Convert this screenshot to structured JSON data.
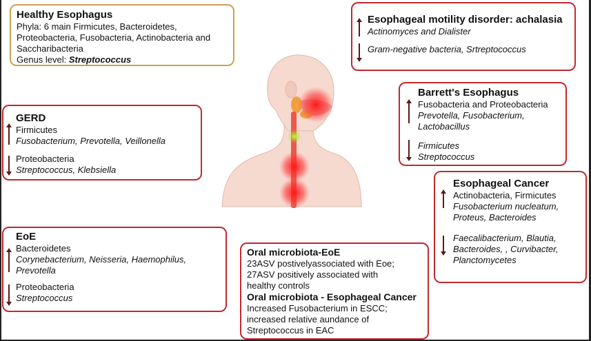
{
  "healthy": {
    "title": "Healthy Esophagus",
    "l1": "Phyla: 6 main Firmicutes, Bacteroidetes,",
    "l2": "Proteobacteria, Fusobacteria, Actinobacteria and",
    "l3": "Saccharibacteria",
    "genus_label": "Genus level: ",
    "genus_value": "Streptococcus"
  },
  "achalasia": {
    "title": "Esophageal motility disorder: achalasia",
    "up": "Actinomyces and Dialister",
    "down": "Gram-negative bacteria, Srtreptococcus"
  },
  "barretts": {
    "title": "Barrett's Esophagus",
    "up1": "Fusobacteria and Proteobacteria",
    "up2": "Prevotella, Fusobacterium,",
    "up3": "Lactobacillus",
    "down1": "Firmicutes",
    "down2": "Streptococcus"
  },
  "gerd": {
    "title": "GERD",
    "up1": "Firmicutes",
    "up2": "Fusobacterium, Prevotella, Veillonella",
    "down1": "Proteobacteria",
    "down2": "Streptococcus, Klebsiella"
  },
  "cancer": {
    "title": "Esophageal Cancer",
    "up1": "Actinobacteria, Firmicutes",
    "up2": "Fusobacterium nucleatum,",
    "up3": "Proteus, Bacteroides",
    "down1": "Faecalibacterium, Blautia,",
    "down2": "Bacteroides, , Curvibacter,",
    "down3": "Planctomycetes"
  },
  "eoe": {
    "title": "EoE",
    "up1": "Bacteroidetes",
    "up2": "Corynebacterium, Neisseria, Haemophilus,",
    "up3": "Prevotella",
    "down1": "Proteobacteria",
    "down2": "Streptococcus"
  },
  "oral": {
    "title1": "Oral microbiota-EoE",
    "l1": "23ASV postivelyassociated with Eoe;",
    "l2": "27ASV positively associated with",
    "l3": "healthy controls",
    "title2": "Oral microbiota - Esophageal Cancer",
    "l4": "Increased Fusobacterium in ESCC;",
    "l5": "increased relative aundance of",
    "l6": "Streptococcus in EAC"
  },
  "colors": {
    "box_border": "#c0282d",
    "healthy_border": "#c8a24e",
    "skin": "#f6d9cf",
    "hotspot": "#ff1a1a",
    "green_spot": "#9be02a"
  }
}
